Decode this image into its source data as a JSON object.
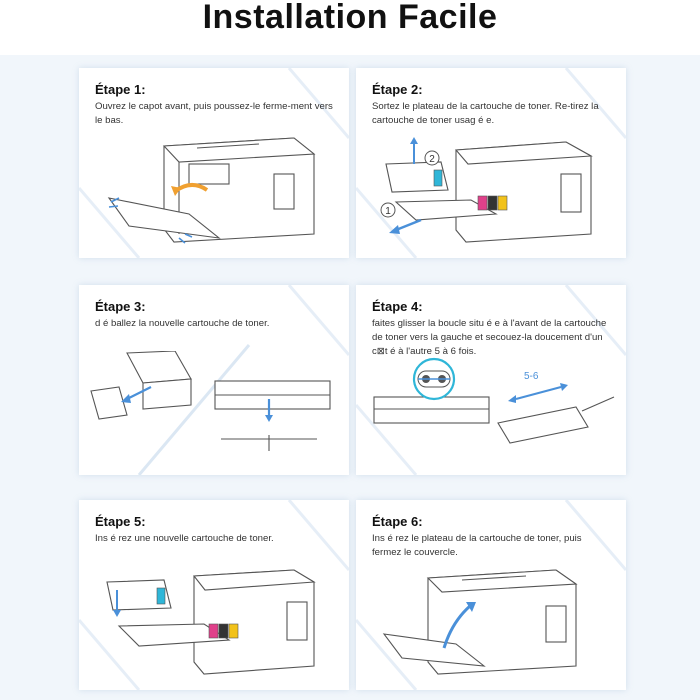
{
  "title": "Installation Facile",
  "steps": [
    {
      "title": "Étape 1:",
      "text": "Ouvrez le capot avant, puis poussez-le ferme-ment vers le bas."
    },
    {
      "title": "Étape 2:",
      "text": "Sortez le plateau de la cartouche de toner. Re-tirez la cartouche de toner usag é e."
    },
    {
      "title": "Étape 3:",
      "text": "d é ballez la nouvelle cartouche de toner."
    },
    {
      "title": "Étape 4:",
      "text": "faites glisser la boucle situ é e  à  l'avant de la cartouche de toner vers la gauche et secouez-la doucement d'un c⊠t é  à  l'autre 5  à  6 fois."
    },
    {
      "title": "Étape 5:",
      "text": "Ins é rez une nouvelle cartouche de toner."
    },
    {
      "title": "Étape 6:",
      "text": "Ins é rez le plateau de la cartouche de toner, puis fermez le couvercle."
    }
  ],
  "labels": {
    "step2_marker_1": "1",
    "step2_marker_2": "2",
    "step4_count": "5-6"
  },
  "colors": {
    "accent_blue": "#4a90d9",
    "arrow_orange": "#f0a030",
    "band_bg": "#f1f6fb",
    "line_art": "#555555",
    "toner_cyan": "#2fb6d8",
    "toner_magenta": "#e0408a",
    "toner_yellow": "#f2c21a",
    "toner_black": "#333333"
  }
}
